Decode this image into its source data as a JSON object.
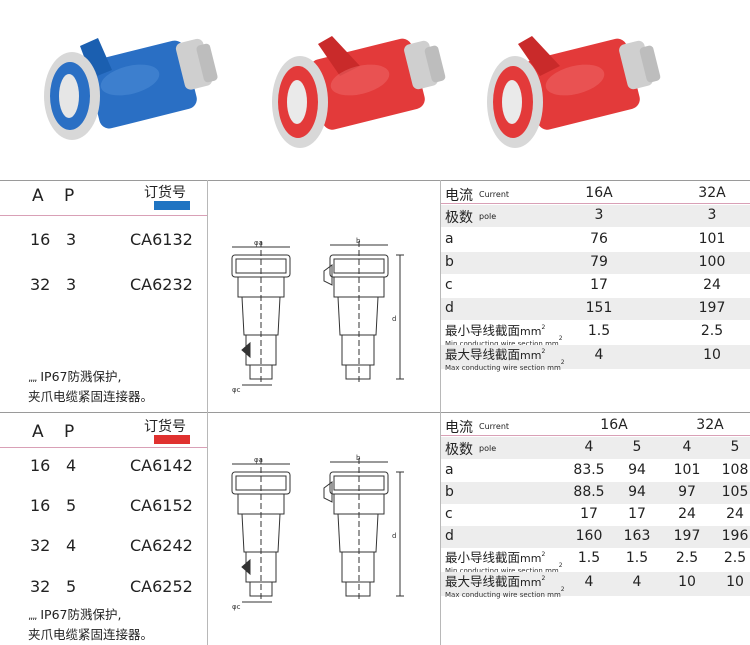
{
  "section1": {
    "headers": {
      "a": "A",
      "p": "P",
      "order": "订货号"
    },
    "swatch_color": "#1f74c2",
    "rows": [
      {
        "a": "16",
        "p": "3",
        "code": "CA6132"
      },
      {
        "a": "32",
        "p": "3",
        "code": "CA6232"
      }
    ],
    "note_bullet": "„„",
    "note_line1": "IP67防溅保护,",
    "note_line2": "夹爪电缆紧固连接器。",
    "drawing_labels": {
      "phi_a": "φa",
      "b": "b",
      "d": "d",
      "phi_c": "φc"
    },
    "spec": {
      "current_label": "电流",
      "current_en": "Current",
      "current_values": [
        "16A",
        "32A"
      ],
      "pole_label": "极数",
      "pole_en": "pole",
      "pole_values": [
        "3",
        "3"
      ],
      "dims": [
        {
          "label": "a",
          "values": [
            "76",
            "101"
          ]
        },
        {
          "label": "b",
          "values": [
            "79",
            "100"
          ]
        },
        {
          "label": "c",
          "values": [
            "17",
            "24"
          ]
        },
        {
          "label": "d",
          "values": [
            "151",
            "197"
          ]
        }
      ],
      "min_label": "最小导线截面",
      "unit": "mm",
      "unit_sup": "2",
      "min_en": "Min conducting wire section mm",
      "min_values": [
        "1.5",
        "2.5"
      ],
      "max_label": "最大导线截面",
      "max_en": "Max conducting wire section mm",
      "max_values": [
        "4",
        "10"
      ]
    }
  },
  "section2": {
    "headers": {
      "a": "A",
      "p": "P",
      "order": "订货号"
    },
    "swatch_color": "#e0312f",
    "rows": [
      {
        "a": "16",
        "p": "4",
        "code": "CA6142"
      },
      {
        "a": "16",
        "p": "5",
        "code": "CA6152"
      },
      {
        "a": "32",
        "p": "4",
        "code": "CA6242"
      },
      {
        "a": "32",
        "p": "5",
        "code": "CA6252"
      }
    ],
    "note_bullet": "„„",
    "note_line1": "IP67防溅保护,",
    "note_line2": "夹爪电缆紧固连接器。",
    "drawing_labels": {
      "phi_a": "φa",
      "b": "b",
      "d": "d",
      "phi_c": "φc"
    },
    "spec": {
      "current_label": "电流",
      "current_en": "Current",
      "current_values": [
        "16A",
        "32A"
      ],
      "pole_label": "极数",
      "pole_en": "pole",
      "pole_values": [
        "4",
        "5",
        "4",
        "5"
      ],
      "dims": [
        {
          "label": "a",
          "values": [
            "83.5",
            "94",
            "101",
            "108"
          ]
        },
        {
          "label": "b",
          "values": [
            "88.5",
            "94",
            "97",
            "105"
          ]
        },
        {
          "label": "c",
          "values": [
            "17",
            "17",
            "24",
            "24"
          ]
        },
        {
          "label": "d",
          "values": [
            "160",
            "163",
            "197",
            "196"
          ]
        }
      ],
      "min_label": "最小导线截面",
      "unit": "mm",
      "unit_sup": "2",
      "min_en": "Min conducting wire section mm",
      "min_values": [
        "1.5",
        "1.5",
        "2.5",
        "2.5"
      ],
      "max_label": "最大导线截面",
      "max_en": "Max conducting wire section mm",
      "max_values": [
        "4",
        "4",
        "10",
        "10"
      ]
    }
  },
  "colors": {
    "blue_body": "#2a6fc4",
    "red_body": "#e33a3a",
    "gray_part": "#d4d4d4"
  }
}
